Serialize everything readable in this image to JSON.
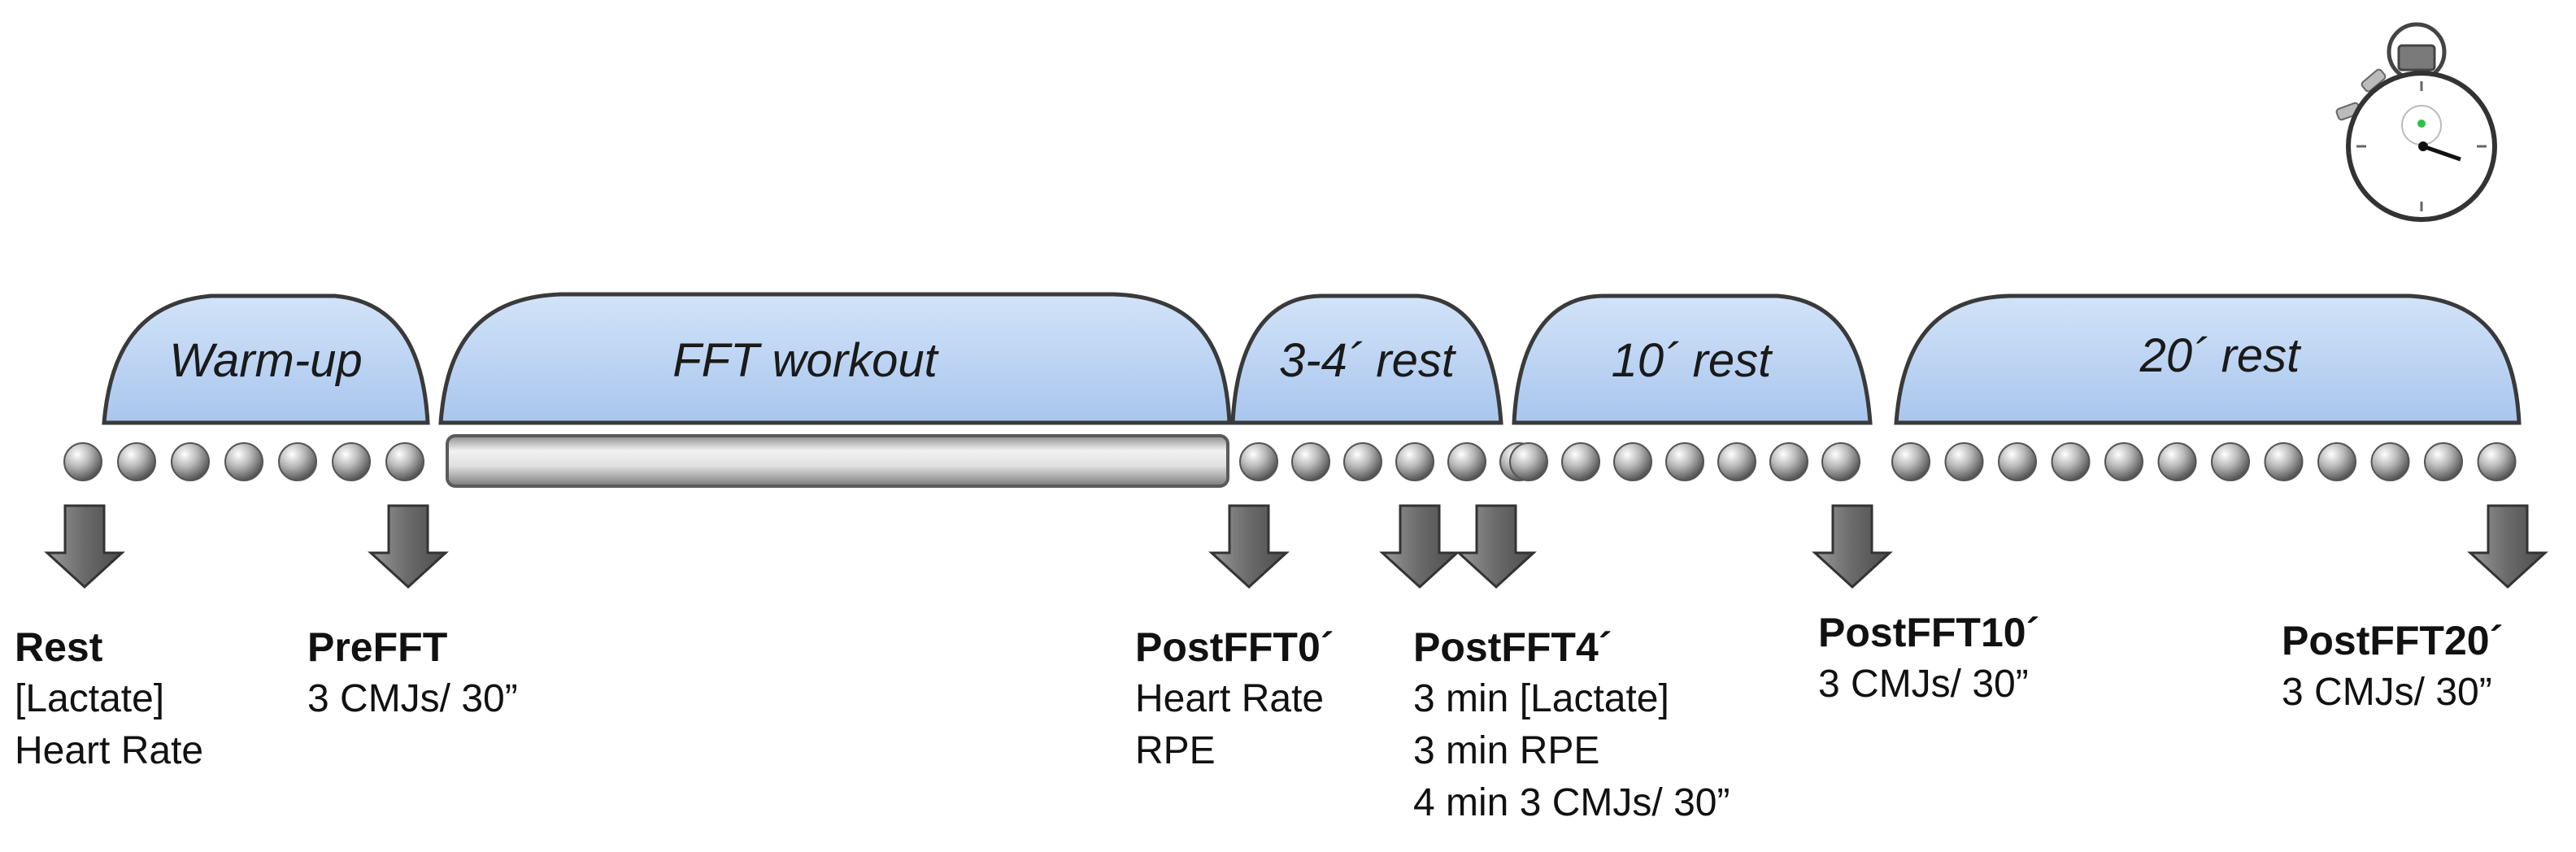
{
  "phases": [
    {
      "id": "warmup",
      "label": "Warm-up"
    },
    {
      "id": "fft",
      "label": "FFT workout"
    },
    {
      "id": "rest34",
      "label": "3-4´ rest"
    },
    {
      "id": "rest10",
      "label": "10´ rest"
    },
    {
      "id": "rest20",
      "label": "20´ rest"
    }
  ],
  "measurements": [
    {
      "id": "rest",
      "title": "Rest",
      "lines": [
        "[Lactate]",
        "Heart Rate"
      ]
    },
    {
      "id": "prefft",
      "title": "PreFFT",
      "lines": [
        "3 CMJs/ 30”"
      ]
    },
    {
      "id": "postfft0",
      "title": "PostFFT0´",
      "lines": [
        "Heart Rate",
        "RPE"
      ]
    },
    {
      "id": "postfft4",
      "title": "PostFFT4´",
      "lines": [
        "3 min [Lactate]",
        "3 min RPE",
        "4 min 3 CMJs/ 30”"
      ]
    },
    {
      "id": "postfft10",
      "title": "PostFFT10´",
      "lines": [
        "3 CMJs/ 30”"
      ]
    },
    {
      "id": "postfft20",
      "title": "PostFFT20´",
      "lines": [
        "3 CMJs/ 30”"
      ]
    }
  ],
  "icons": [
    "stopwatch-icon",
    "down-arrow-icon",
    "time-bead-icon"
  ],
  "colors": {
    "dome_fill": "#bcd4f2",
    "dome_stroke": "#3a3a3a",
    "arrow": "#6e6e6e",
    "bar": "#d9d9d9"
  }
}
